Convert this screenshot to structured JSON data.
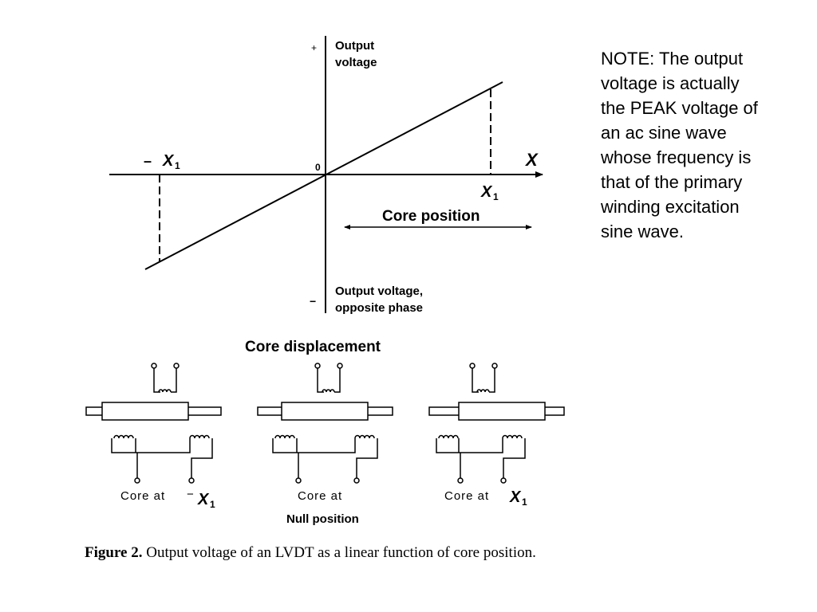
{
  "graph": {
    "y_axis_top_sign": "+",
    "y_axis_top_label_line1": "Output",
    "y_axis_top_label_line2": "voltage",
    "y_axis_bottom_sign": "−",
    "y_axis_bottom_label_line1": "Output voltage,",
    "y_axis_bottom_label_line2": "opposite phase",
    "origin_label": "0",
    "x_axis_label": "X",
    "neg_x1_sign": "–",
    "x1_letter": "X",
    "x1_subscript": "1",
    "core_position_label": "Core position"
  },
  "displacement": {
    "title": "Core displacement",
    "panels": [
      {
        "label_prefix": "Core at",
        "sign": "−",
        "x_letter": "X",
        "x_sub": "1",
        "second_line": ""
      },
      {
        "label_prefix": "Core at",
        "sign": "",
        "x_letter": "",
        "x_sub": "",
        "second_line": "Null position"
      },
      {
        "label_prefix": "Core at",
        "sign": "",
        "x_letter": "X",
        "x_sub": "1",
        "second_line": ""
      }
    ]
  },
  "caption": {
    "bold": "Figure 2.",
    "text": "Output voltage of an LVDT as a linear function of core position."
  },
  "note": {
    "text": "NOTE:  The output voltage is actually the PEAK voltage of an ac sine wave whose frequency is that of the primary winding excitation sine wave."
  }
}
